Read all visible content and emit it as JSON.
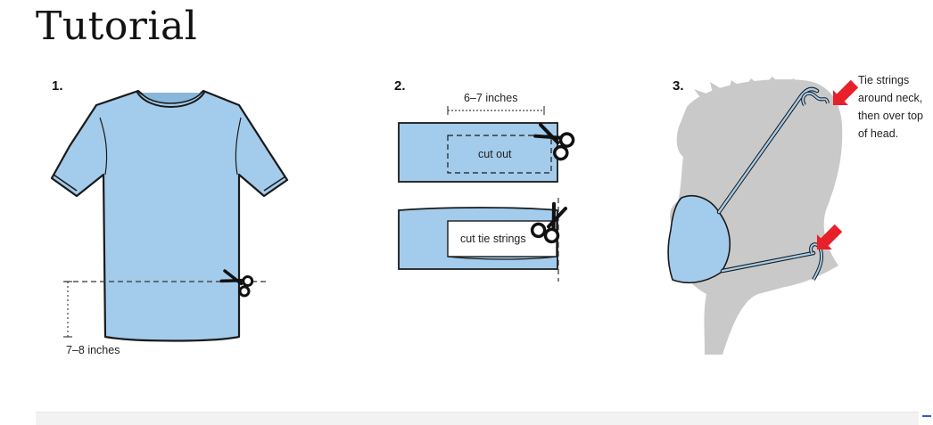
{
  "page": {
    "title": "Tutorial"
  },
  "steps": [
    {
      "number": "1.",
      "labels": {
        "hem_measure": "7–8 inches"
      }
    },
    {
      "number": "2.",
      "labels": {
        "width_measure": "6–7 inches",
        "cut_out": "cut out",
        "cut_tie_strings": "cut tie strings"
      }
    },
    {
      "number": "3.",
      "labels": {
        "instruction_line1": "Tie strings",
        "instruction_line2": "around neck,",
        "instruction_line3": "then over top",
        "instruction_line4": "of head."
      }
    }
  ],
  "colors": {
    "fabric": "#a3ccec",
    "outline": "#1a1a1a",
    "silhouette": "#c9c9c9",
    "arrow": "#e8202a"
  },
  "icons": [
    "scissors-icon",
    "red-arrow-icon"
  ]
}
